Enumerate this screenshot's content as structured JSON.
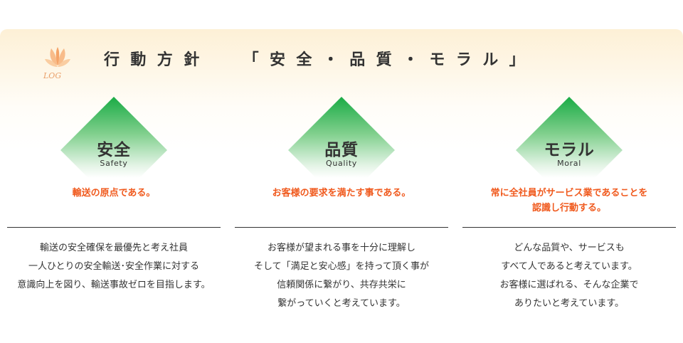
{
  "header": {
    "title": "行動方針",
    "subtitle": "「安全・品質・モラル」",
    "logo_text": "LOG"
  },
  "colors": {
    "accent_orange": "#f05a1e",
    "triangle_green": "#1db14a",
    "header_bg": "#fdf0d6"
  },
  "columns": [
    {
      "title": "安全",
      "subtitle": "Safety",
      "tagline": [
        "輸送の原点である。"
      ],
      "body": [
        "輸送の安全確保を最優先と考え社員",
        "一人ひとりの安全輸送･安全作業に対する",
        "意識向上を図り、輸送事故ゼロを目指します。"
      ]
    },
    {
      "title": "品質",
      "subtitle": "Quality",
      "tagline": [
        "お客様の要求を満たす事である。"
      ],
      "body": [
        "お客様が望まれる事を十分に理解し",
        "そして「満足と安心感」を持って頂く事が",
        "信頼関係に繋がり、共存共栄に",
        "繋がっていくと考えています。"
      ]
    },
    {
      "title": "モラル",
      "subtitle": "Moral",
      "tagline": [
        "常に全社員がサービス業であることを",
        "認識し行動する。"
      ],
      "body": [
        "どんな品質や、サービスも",
        "すべて人であると考えています。",
        "お客様に選ばれる、そんな企業で",
        "ありたいと考えています。"
      ]
    }
  ]
}
